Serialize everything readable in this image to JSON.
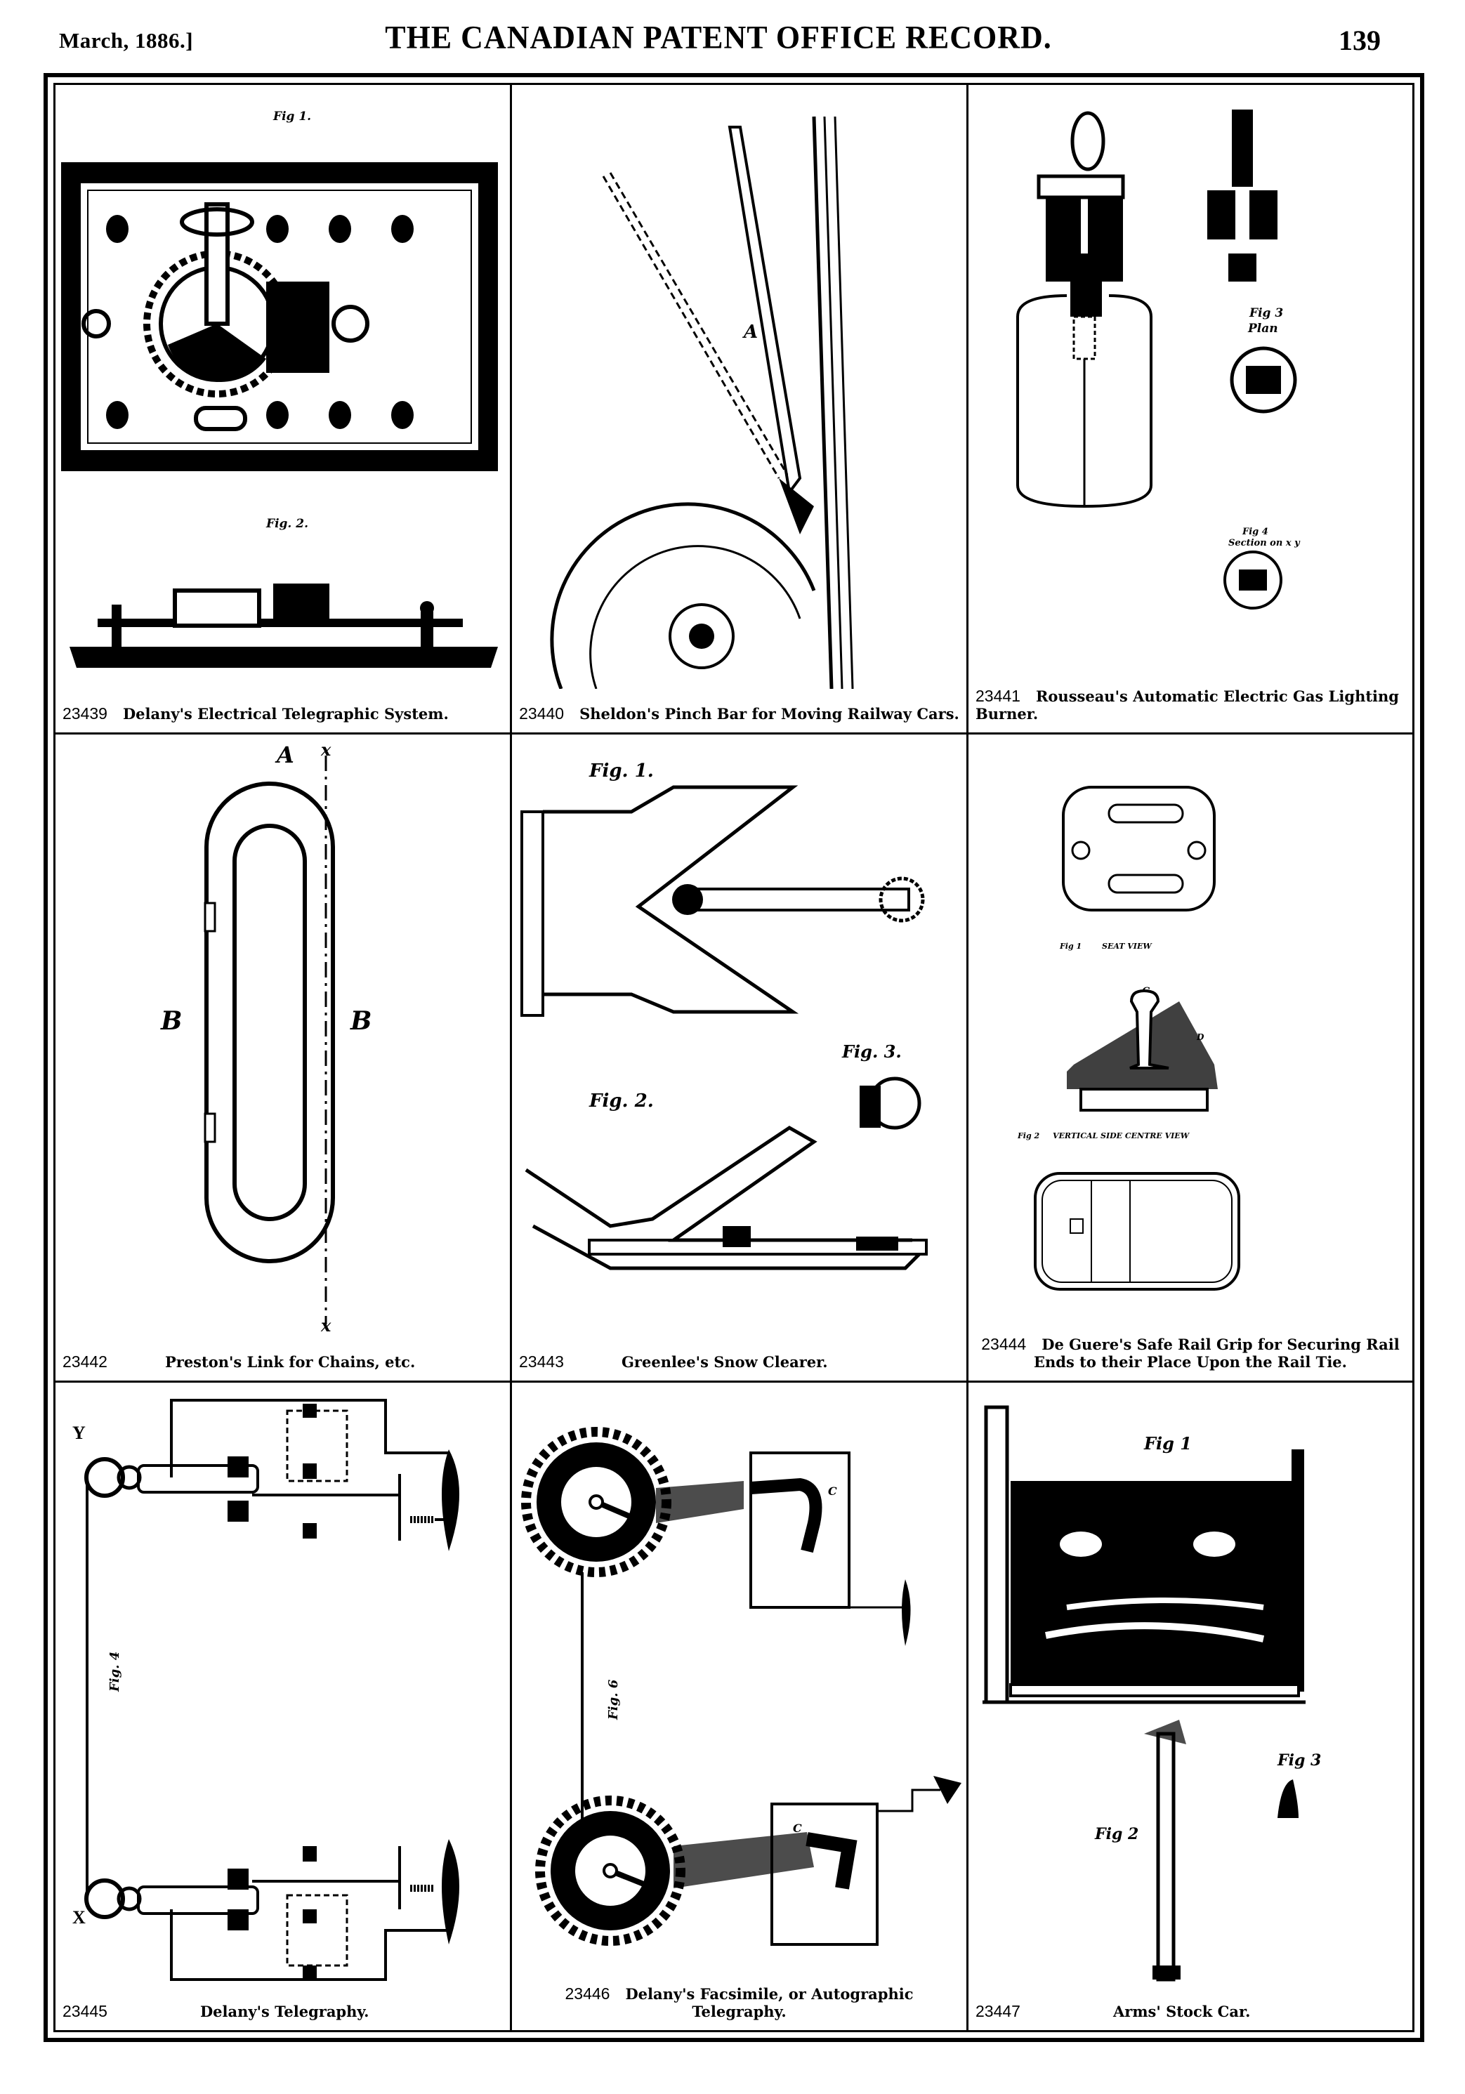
{
  "header": {
    "date": "March, 1886.]",
    "publication_title": "THE CANADIAN PATENT OFFICE RECORD.",
    "page_number": "139"
  },
  "patents": [
    {
      "number": "23439",
      "title": "Delany's Electrical Telegraphic System.",
      "figure_labels": [
        "Fig 1.",
        "Fig. 2."
      ]
    },
    {
      "number": "23440",
      "title": "Sheldon's Pinch Bar for Moving Railway Cars.",
      "figure_labels": [
        "A"
      ]
    },
    {
      "number": "23441",
      "title": "Rousseau's Automatic Electric Gas Lighting Burner.",
      "figure_labels": [
        "Fig 3",
        "Plan",
        "Fig 4",
        "Section on x y"
      ]
    },
    {
      "number": "23442",
      "title": "Preston's Link for Chains, etc.",
      "figure_labels": [
        "A",
        "B",
        "B",
        "x",
        "x"
      ]
    },
    {
      "number": "23443",
      "title": "Greenlee's Snow Clearer.",
      "figure_labels": [
        "Fig. 1.",
        "Fig. 2.",
        "Fig. 3."
      ]
    },
    {
      "number": "23444",
      "title": "De Guere's Safe Rail Grip for Securing Rail Ends to their Place Upon the Rail Tie.",
      "figure_labels": [
        "Fig 1",
        "SEAT VIEW",
        "Fig 2",
        "VERTICAL SIDE CENTRE VIEW",
        "C",
        "D"
      ]
    },
    {
      "number": "23445",
      "title": "Delany's Telegraphy.",
      "figure_labels": [
        "Y",
        "X",
        "Fig. 4"
      ]
    },
    {
      "number": "23446",
      "title": "Delany's Facsimile, or Autographic Telegraphy.",
      "figure_labels": [
        "Fig. 6",
        "C",
        "C"
      ]
    },
    {
      "number": "23447",
      "title": "Arms' Stock Car.",
      "figure_labels": [
        "Fig 1",
        "Fig 2",
        "Fig 3"
      ]
    }
  ]
}
